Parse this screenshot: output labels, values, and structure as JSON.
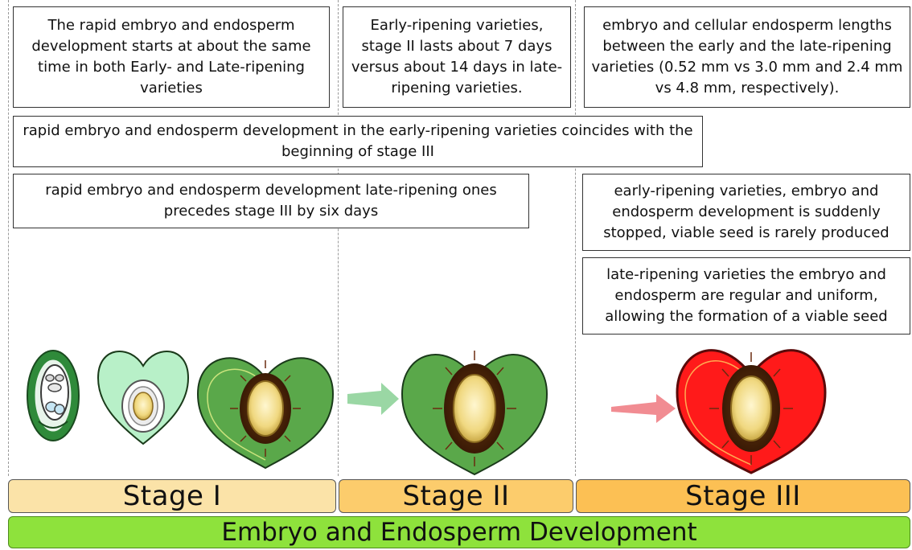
{
  "notes": {
    "stage1_start": "The rapid embryo and endosperm development starts at about the same time in both Early- and Late-ripening varieties",
    "stage2_duration": "Early-ripening varieties, stage II lasts about 7 days versus about 14 days in late-ripening varieties.",
    "lengths": "embryo and cellular endosperm lengths between the early and the late-ripening varieties (0.52 mm vs 3.0 mm and 2.4 mm vs 4.8 mm, respectively).",
    "early_coincides": "rapid embryo and endosperm development in the early-ripening varieties coincides with the beginning of stage III",
    "late_precedes": "rapid embryo and endosperm development late-ripening ones precedes stage III by six days",
    "early_stopped": "early-ripening varieties, embryo and endosperm development is suddenly stopped, viable seed is rarely produced",
    "late_regular": "late-ripening varieties the embryo and endosperm are regular and uniform, allowing the formation of a viable seed"
  },
  "stages": {
    "stage1": "Stage I",
    "stage2": "Stage II",
    "stage3": "Stage III"
  },
  "footer": {
    "title": "Embryo and Endosperm Development"
  },
  "colors": {
    "stage1_fill": "#fbe3a8",
    "stage2_fill": "#fccc6c",
    "stage3_fill": "#fcc054",
    "bar_fill": "#8ee23c",
    "fruit_green": "#5aa84a",
    "fruit_red": "#ff1a1a",
    "arrow_green": "#8fd39a",
    "arrow_red": "#f07f86"
  }
}
